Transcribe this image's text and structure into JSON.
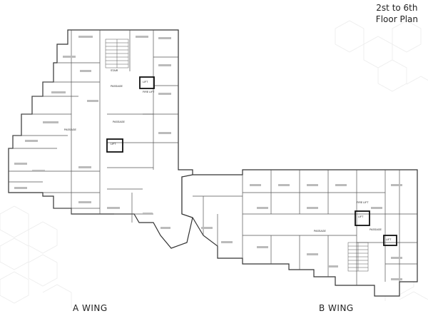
{
  "title": {
    "line1": "2st to 6th",
    "line2": "Floor Plan"
  },
  "wings": {
    "a": "A WING",
    "b": "B WING"
  },
  "labels": {
    "passage_1": "PASSAGE",
    "passage_2": "PASSAGE",
    "passage_3": "PASSAGE",
    "passage_4": "PASSAGE",
    "passage_5": "PASSAGE",
    "lift_1": "LIFT",
    "lift_2": "LIFT",
    "lift_3": "LIFT",
    "lift_4": "LIFT",
    "fire_lift_1": "FIRE LIFT",
    "fire_lift_2": "FIRE LIFT",
    "stair": "STAIR"
  }
}
